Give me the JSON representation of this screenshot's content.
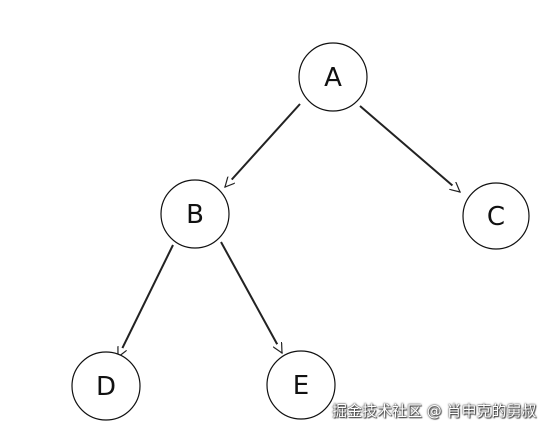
{
  "nodes": [
    {
      "id": "A",
      "label": "A"
    },
    {
      "id": "B",
      "label": "B"
    },
    {
      "id": "C",
      "label": "C"
    },
    {
      "id": "D",
      "label": "D"
    },
    {
      "id": "E",
      "label": "E"
    }
  ],
  "edges": [
    {
      "from": "A",
      "to": "B"
    },
    {
      "from": "A",
      "to": "C"
    },
    {
      "from": "B",
      "to": "D"
    },
    {
      "from": "B",
      "to": "E"
    }
  ],
  "watermark": "掘金技术社区 @ 肖申克的舅叔"
}
